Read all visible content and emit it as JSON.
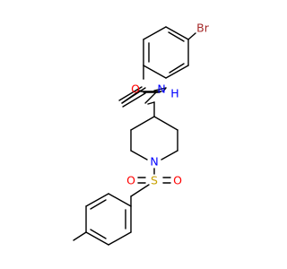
{
  "molecule": {
    "labels": {
      "bromine": "Br",
      "amide_nitrogen": "N",
      "amide_hydrogen": "H",
      "carbonyl_oxygen": "O",
      "ring_nitrogen": "N",
      "sulfur": "S",
      "sulfonyl_oxygen_left": "O",
      "sulfonyl_oxygen_right": "O"
    }
  },
  "colors": {
    "bond": "#000000",
    "bromine": "#a52a2a",
    "nitrogen": "#0000ff",
    "oxygen": "#ff0000",
    "sulfur": "#c8a000"
  }
}
